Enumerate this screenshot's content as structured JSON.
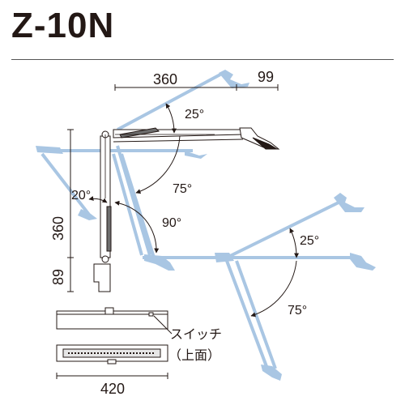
{
  "header": {
    "model": "Z-10N"
  },
  "dimensions": {
    "arm_horizontal": "360",
    "head_offset": "99",
    "pole_upper": "360",
    "pole_base": "89",
    "base_width": "420"
  },
  "angles": {
    "upper_arm_up": "25°",
    "upper_arm_down": "75°",
    "pole_tilt": "20°",
    "pole_swing": "90°",
    "lower_arm_up": "25°",
    "lower_arm_down": "75°"
  },
  "callout": {
    "switch": "スイッチ",
    "top_view": "（上面）"
  },
  "colors": {
    "ghost_arm": "#a9c6e3",
    "line": "#231815",
    "pole": "#6d6d6d"
  }
}
